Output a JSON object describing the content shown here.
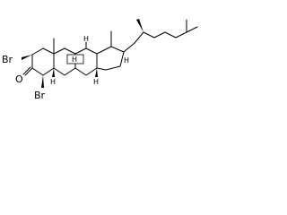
{
  "molecule": {
    "atom_labels": {
      "br_2": "Br",
      "oxo_3": "O",
      "br_4": "Br"
    },
    "stereo_h_labels": {
      "h_5": "H",
      "h_8": "H",
      "h_9": "H",
      "h_14": "H",
      "h_17": "H"
    }
  }
}
